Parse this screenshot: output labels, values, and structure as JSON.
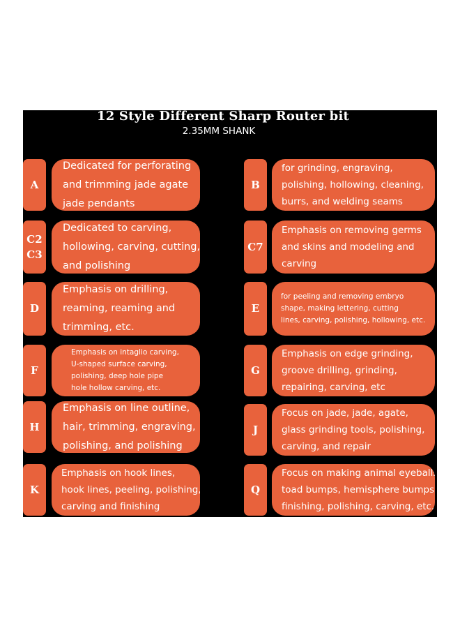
{
  "header": {
    "title": "12 Style Different Sharp Router bit",
    "subtitle": "2.35MM SHANK"
  },
  "colors": {
    "accent": "#e8623c",
    "background": "#000000",
    "text": "#ffffff"
  },
  "items": [
    {
      "code": "A",
      "lines": [
        "Dedicated for perforating",
        "and trimming jade agate",
        "jade pendants"
      ]
    },
    {
      "code": "B",
      "lines": [
        "for grinding, engraving,",
        "polishing, hollowing, cleaning,",
        "burrs, and welding seams"
      ]
    },
    {
      "code": "C2\nC3",
      "lines": [
        "Dedicated to carving,",
        "hollowing, carving, cutting,",
        "and polishing"
      ]
    },
    {
      "code": "C7",
      "lines": [
        "Emphasis on removing germs",
        "and skins and modeling and",
        "carving"
      ]
    },
    {
      "code": "D",
      "lines": [
        "Emphasis on drilling,",
        "reaming, reaming and",
        "trimming, etc."
      ]
    },
    {
      "code": "E",
      "lines": [
        "for peeling and removing embryo",
        "shape, making lettering, cutting",
        "lines, carving, polishing, hollowing, etc."
      ]
    },
    {
      "code": "F",
      "lines": [
        "Emphasis on intaglio carving,",
        "U-shaped surface carving,",
        "polishing, deep hole pipe",
        "hole hollow carving, etc."
      ]
    },
    {
      "code": "G",
      "lines": [
        "Emphasis on edge grinding,",
        "groove drilling, grinding,",
        "repairing, carving, etc"
      ]
    },
    {
      "code": "H",
      "lines": [
        "Emphasis on line outline,",
        "hair, trimming, engraving,",
        "polishing, and polishing"
      ]
    },
    {
      "code": "J",
      "lines": [
        "Focus on jade, jade, agate,",
        "glass grinding tools, polishing,",
        "carving, and repair"
      ]
    },
    {
      "code": "K",
      "lines": [
        "Emphasis on hook lines,",
        "hook lines, peeling, polishing,",
        "carving and finishing"
      ]
    },
    {
      "code": "Q",
      "lines": [
        "Focus on making animal eyeballs",
        "toad bumps, hemisphere bumps,",
        "finishing, polishing, carving, etc."
      ]
    }
  ]
}
